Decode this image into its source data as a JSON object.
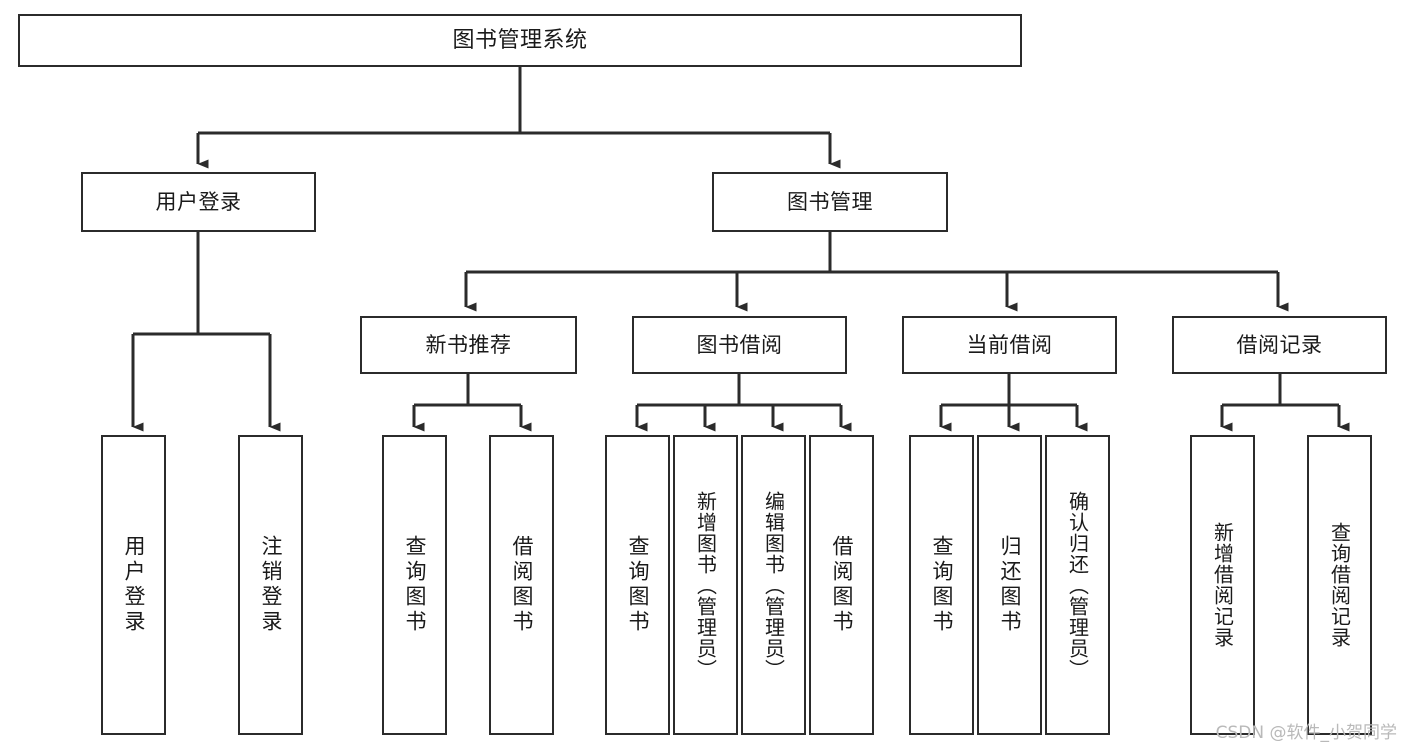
{
  "diagram": {
    "title": "图书管理系统",
    "type": "tree-hierarchy-chart",
    "line_color": "#2b2b2b",
    "box_fill": "#ffffff",
    "background": "#ffffff",
    "watermark": "CSDN @软件_小贺同学"
  },
  "root": {
    "label": "图书管理系统"
  },
  "level2": {
    "user_login": {
      "label": "用户登录"
    },
    "book_manage": {
      "label": "图书管理"
    }
  },
  "level3": {
    "new_book_recommend": {
      "label": "新书推荐"
    },
    "book_borrow": {
      "label": "图书借阅"
    },
    "current_borrow": {
      "label": "当前借阅"
    },
    "borrow_record": {
      "label": "借阅记录"
    }
  },
  "leaves": {
    "user_login": [
      {
        "label": "用户登录"
      },
      {
        "label": "注销登录"
      }
    ],
    "new_book_recommend": [
      {
        "label": "查询图书"
      },
      {
        "label": "借阅图书"
      }
    ],
    "book_borrow": [
      {
        "label": "查询图书"
      },
      {
        "label": "新增图书（管理员）"
      },
      {
        "label": "编辑图书（管理员）"
      },
      {
        "label": "借阅图书"
      }
    ],
    "current_borrow": [
      {
        "label": "查询图书"
      },
      {
        "label": "归还图书"
      },
      {
        "label": "确认归还（管理员）"
      }
    ],
    "borrow_record": [
      {
        "label": "新增借阅记录"
      },
      {
        "label": "查询借阅记录"
      }
    ]
  }
}
